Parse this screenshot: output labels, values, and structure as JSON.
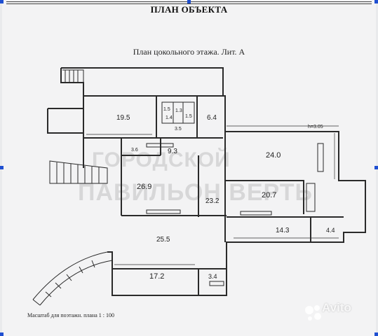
{
  "header": {
    "title": "ПЛАН ОБЪЕКТА",
    "subtitle": "План цокольного этажа. Лит. А"
  },
  "footer": {
    "scale_note": "Масштаб для поэтажн. плана  1 : 100"
  },
  "watermark": {
    "line1": "ГОРОДСКОЙ",
    "line2": "ПАВИЛЬОН ВЕРТЬ"
  },
  "brand": {
    "avito": "Avito"
  },
  "rooms": [
    {
      "area": "19.5"
    },
    {
      "area": "6.4"
    },
    {
      "area": "9.3"
    },
    {
      "area": "24.0"
    },
    {
      "area": "26.9"
    },
    {
      "area": "23.2"
    },
    {
      "area": "20.7"
    },
    {
      "area": "25.5"
    },
    {
      "area": "14.3"
    },
    {
      "area": "4.4"
    },
    {
      "area": "17.2"
    },
    {
      "area": "3.4"
    },
    {
      "area": "1.5"
    },
    {
      "area": "1.4"
    },
    {
      "area": "1.3"
    },
    {
      "area": "1.5"
    },
    {
      "area": "3.5"
    },
    {
      "area": "3.6"
    }
  ],
  "level_mark": "h=3.05",
  "colors": {
    "ink": "#2a2a2a",
    "paper": "#f3f3f4",
    "selection": "#1f4fd1"
  }
}
